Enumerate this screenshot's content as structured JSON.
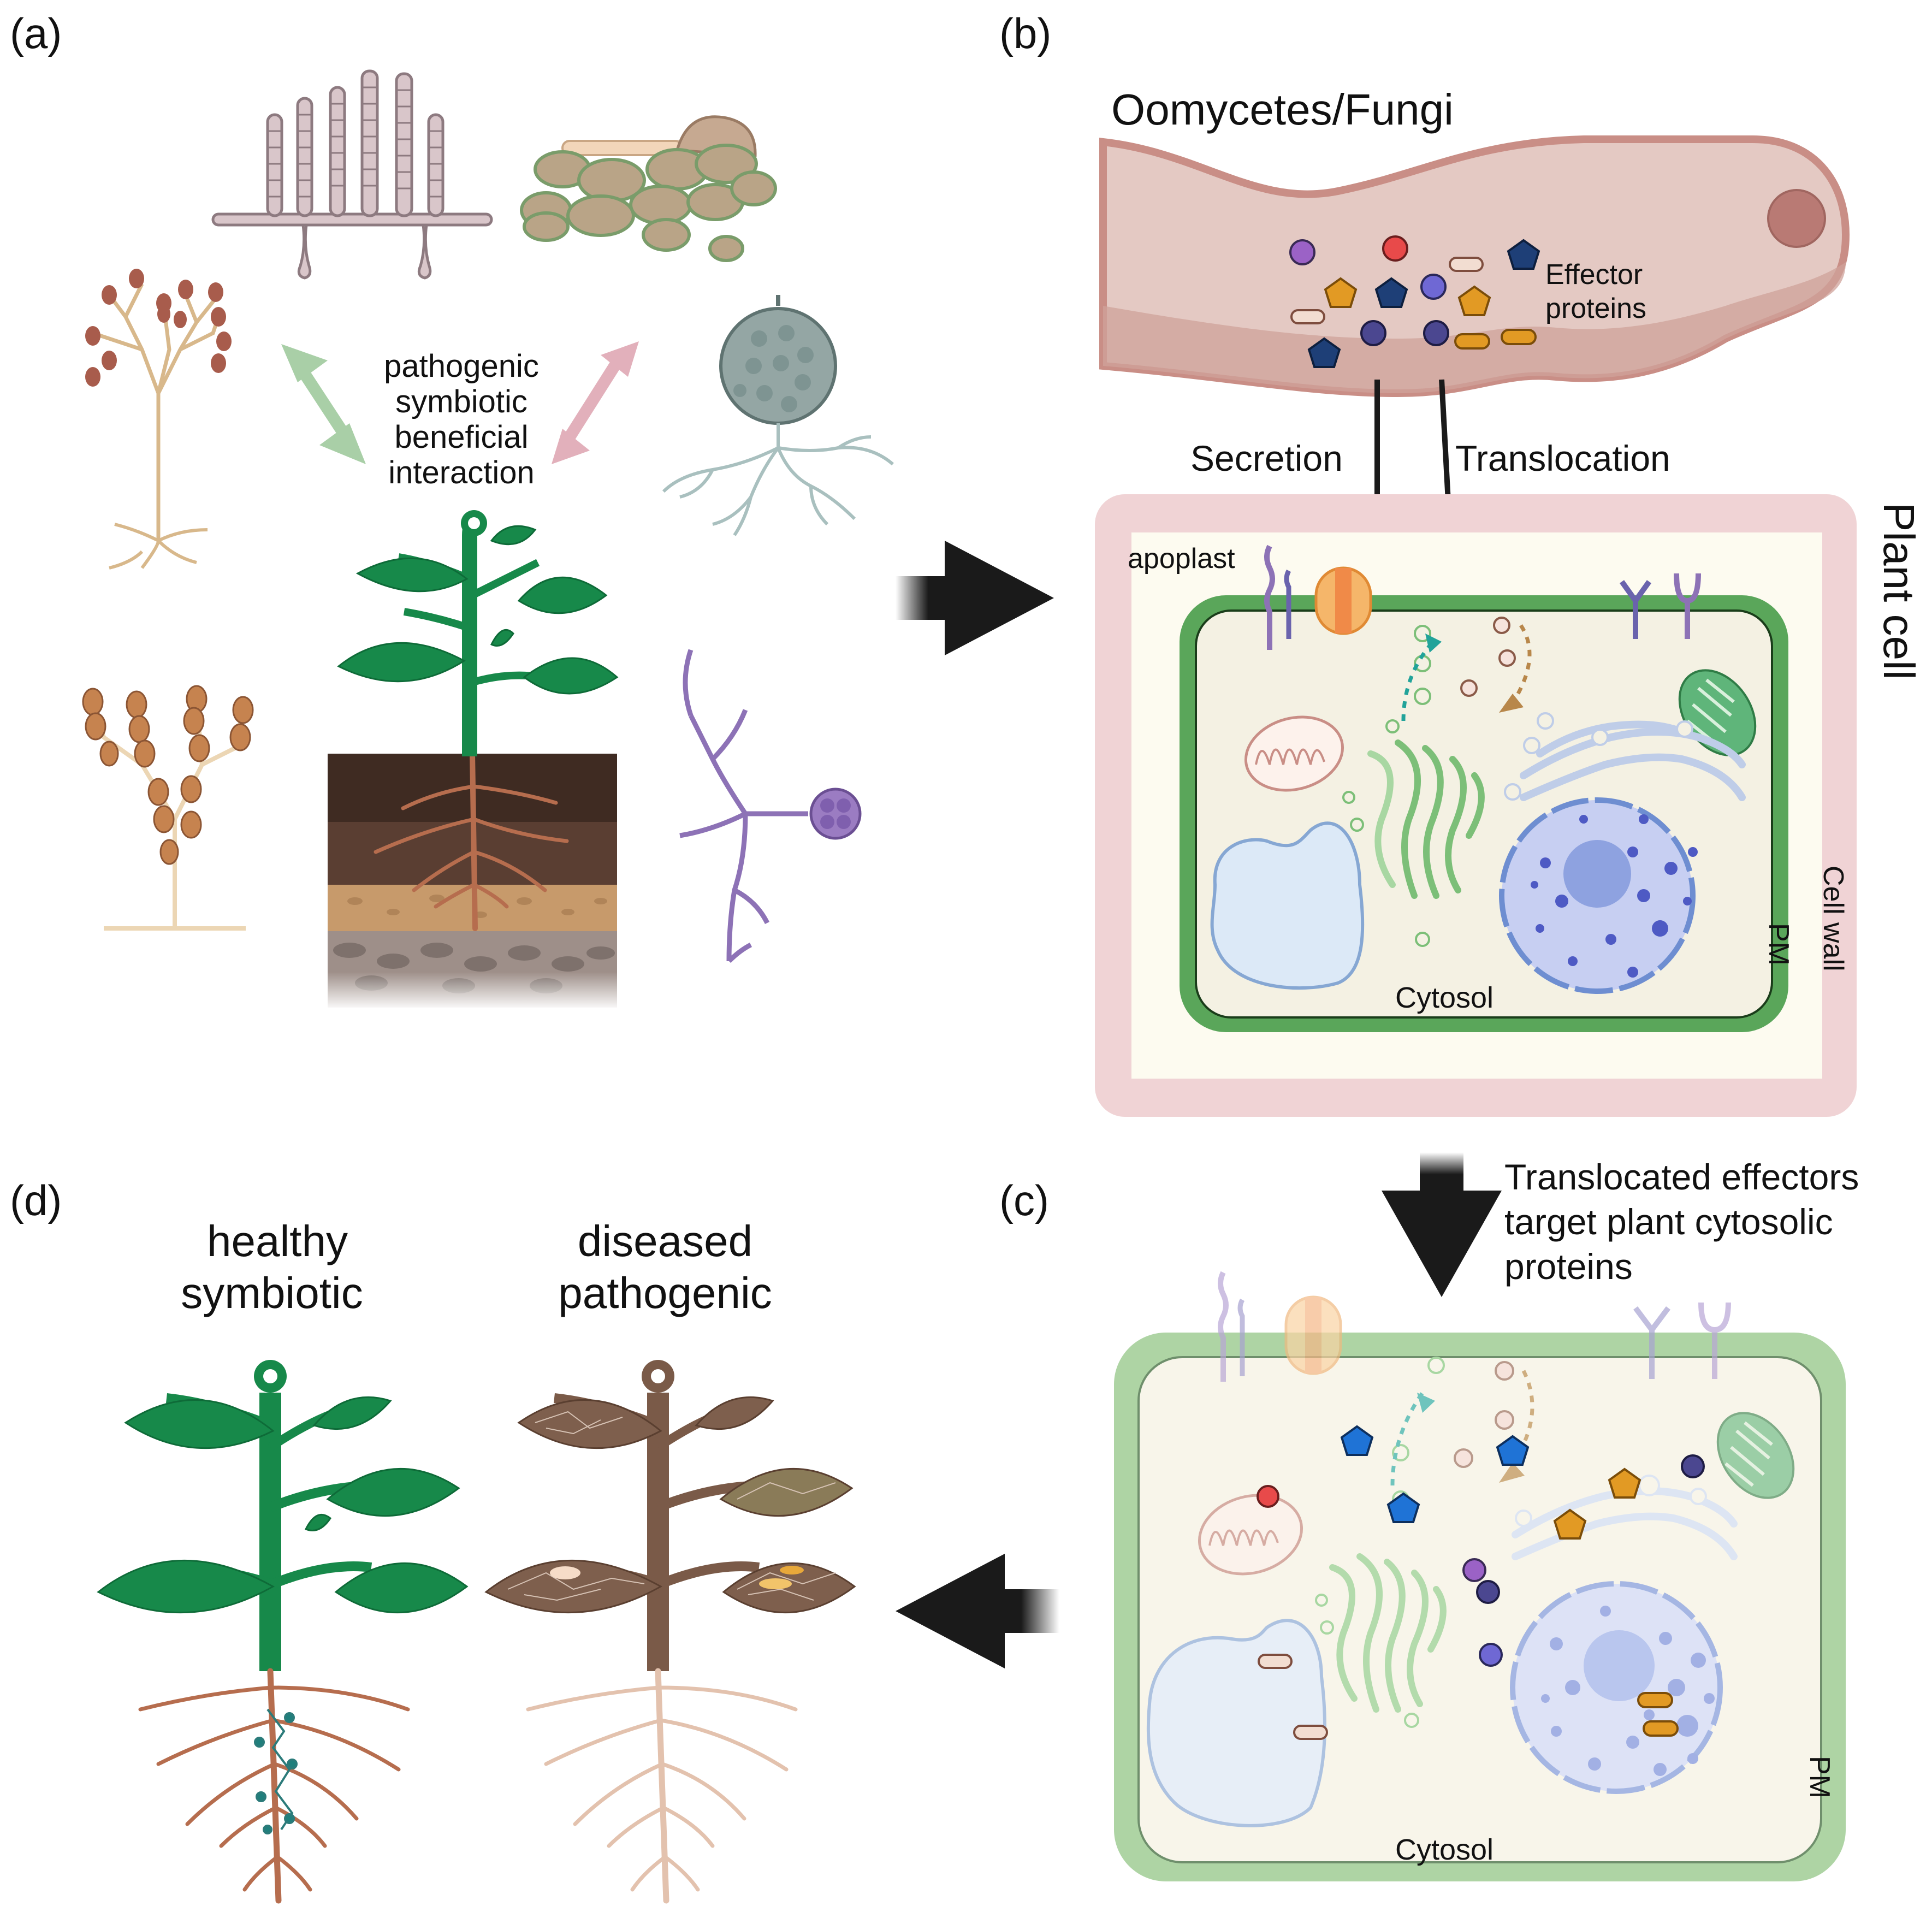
{
  "panels": {
    "a": {
      "label": "(a)",
      "interaction": [
        "pathogenic",
        "symbiotic",
        "beneficial",
        "interaction"
      ]
    },
    "b": {
      "label": "(b)",
      "organism": "Oomycetes/Fungi",
      "effector": [
        "Effector",
        "proteins"
      ],
      "secretion": "Secretion",
      "translocation": "Translocation",
      "apoplast": "apoplast",
      "plant_cell": "Plant cell",
      "cell_wall": "Cell wall",
      "pm": "PM",
      "cytosol": "Cytosol"
    },
    "c": {
      "label": "(c)",
      "caption": [
        "Translocated effectors",
        "target plant cytosolic",
        "proteins"
      ],
      "pm": "PM",
      "cytosol": "Cytosol"
    },
    "d": {
      "label": "(d)",
      "healthy": [
        "healthy",
        "symbiotic"
      ],
      "diseased": [
        "diseased",
        "pathogenic"
      ]
    }
  },
  "colors": {
    "hypha_fill": "#e4c9c3",
    "hypha_edge": "#c98e86",
    "cell_wall": "#f0d3d5",
    "apoplast": "#fdfbf0",
    "plasma_membrane": "#5aa65a",
    "pm_faded": "#aed4a4",
    "cytosol": "#f4f1e3",
    "nucleus": "#c7cff2",
    "golgi": "#a8d7a2",
    "vacuole": "#dce9f7",
    "healthy_plant": "#17894a",
    "diseased_plant": "#7a5a48",
    "root": "#b66d4e",
    "arrow": "#1a1a1a",
    "arrow_green": "#a9cfa7",
    "arrow_pink": "#e2b0bb"
  }
}
